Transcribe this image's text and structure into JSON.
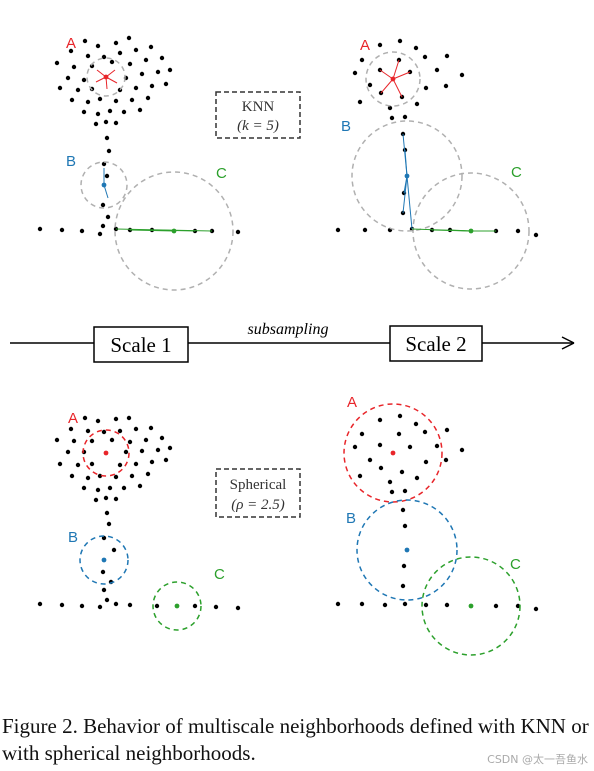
{
  "figure": {
    "knn_box": {
      "line1": "KNN",
      "line2": "(k = 5)"
    },
    "spherical_box": {
      "line1": "Spherical",
      "line2": "(ρ = 2.5)"
    },
    "axis": {
      "scale1": "Scale 1",
      "scale2": "Scale 2",
      "arrow_label": "subsampling"
    },
    "points": {
      "A": "A",
      "B": "B",
      "C": "C"
    },
    "colors": {
      "A": "#e8252a",
      "B": "#1f77b4",
      "C": "#2ca02c",
      "neighborhood_knn": "#b0b0b0",
      "points": "#000000"
    }
  },
  "caption": {
    "text": "Figure 2. Behavior of multiscale neighborhoods defined with KNN or with spherical neighborhoods."
  },
  "watermark": {
    "text": "CSDN @太一吾鱼水"
  }
}
